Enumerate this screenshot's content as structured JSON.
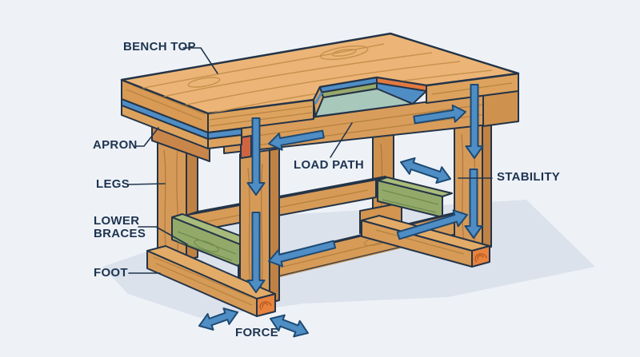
{
  "diagram": {
    "type": "illustration",
    "subject": "Workbench anatomy with load path and force arrows",
    "labels": {
      "bench_top": "BENCH TOP",
      "apron": "APRON",
      "legs": "LEGS",
      "lower_braces": "LOWER BRACES",
      "foot": "FOOT",
      "load_path": "LOAD PATH",
      "stability": "STABILITY",
      "force": "FORCE"
    },
    "arrows": [
      {
        "name": "load-arrow-apron-left",
        "direction": "left"
      },
      {
        "name": "load-arrow-left-leg-upper",
        "direction": "down"
      },
      {
        "name": "load-arrow-left-leg-lower",
        "direction": "down"
      },
      {
        "name": "load-arrow-right-leg-upper",
        "direction": "down"
      },
      {
        "name": "load-arrow-right-leg-lower",
        "direction": "down"
      },
      {
        "name": "load-arrow-apron-right",
        "direction": "right"
      },
      {
        "name": "load-arrow-stretcher-up-right",
        "direction": "up-right"
      },
      {
        "name": "load-arrow-stretcher-down-left",
        "direction": "down-left"
      },
      {
        "name": "stability-double-arrow",
        "direction": "double-diagonal"
      },
      {
        "name": "force-double-arrow-left",
        "direction": "double-diagonal"
      },
      {
        "name": "force-double-arrow-right",
        "direction": "double-diagonal"
      }
    ],
    "colors": {
      "background": "#eef2f7",
      "label_text": "#1d3450",
      "outline": "#243447",
      "wood_top": "#ecb577",
      "wood_front": "#dda35e",
      "wood_dark": "#c68a48",
      "wood_grain": "#b5813f",
      "accent_blue": "#4f8dc5",
      "arrow_outline": "#1e4a73",
      "brace_green": "#93a96a",
      "recess_teal": "#a9c8bc",
      "end_grain_orange": "#e8823f",
      "shadow": "#dbe2ec"
    }
  }
}
